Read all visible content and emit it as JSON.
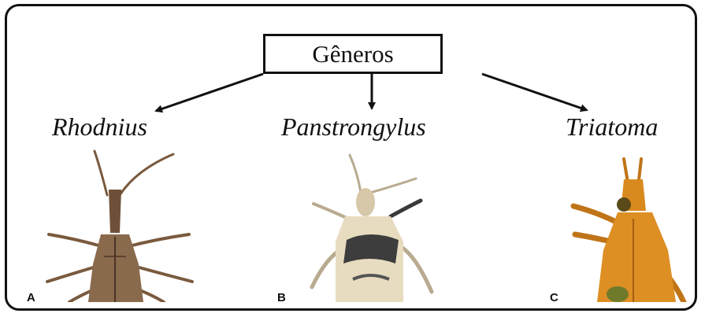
{
  "diagram": {
    "root": {
      "label": "Gêneros"
    },
    "children": [
      {
        "genus": "Rhodnius",
        "panel": "A",
        "icon": "assassin-bug-slender-brown"
      },
      {
        "genus": "Panstrongylus",
        "panel": "B",
        "icon": "assassin-bug-pale-mottled"
      },
      {
        "genus": "Triatoma",
        "panel": "C",
        "icon": "assassin-bug-orange"
      }
    ],
    "colors": {
      "line": "#111111",
      "rhodnius_body": "#8a6a4c",
      "panstrongylus_body": "#e8dcc0",
      "triatoma_body": "#d98a1e"
    }
  }
}
